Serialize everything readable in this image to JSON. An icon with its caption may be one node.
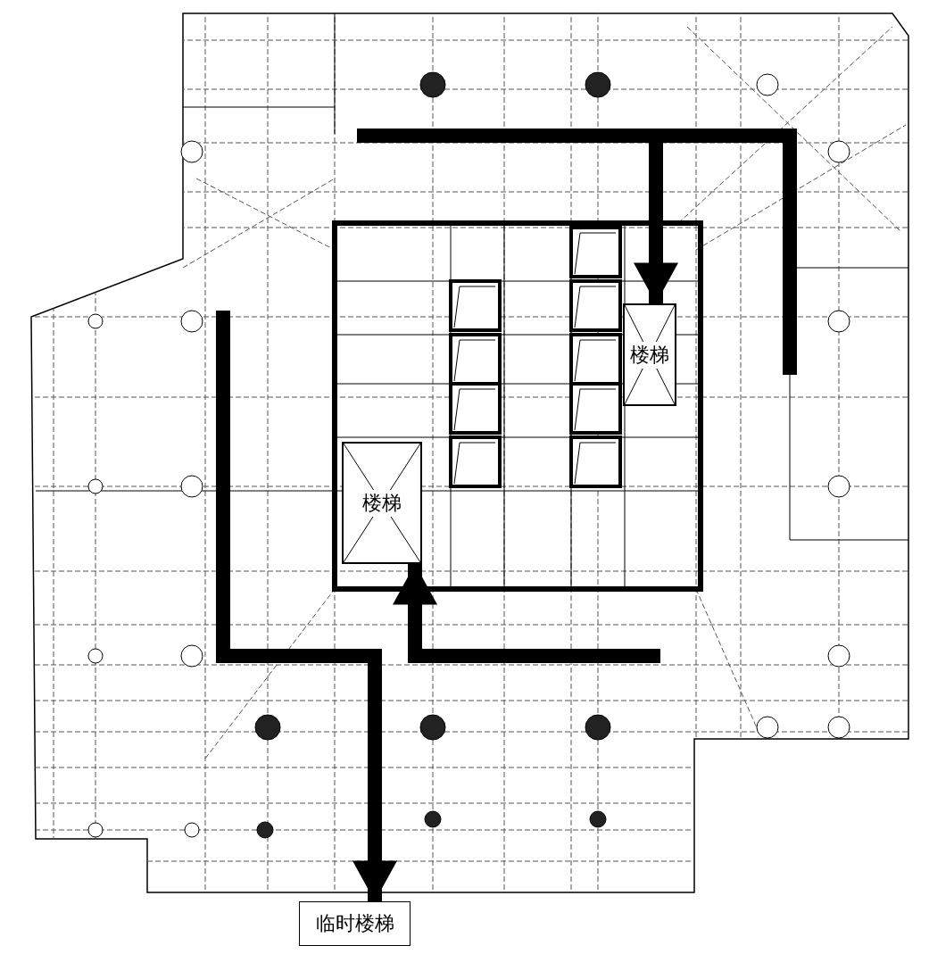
{
  "diagram": {
    "nodes": [
      {
        "text": [
          "楼梯"
        ]
      },
      {
        "text": [
          "楼梯"
        ]
      },
      {
        "text": [
          "临时楼梯"
        ]
      }
    ],
    "edges": [
      {
        "from": null,
        "to": 0,
        "arrow": "to"
      },
      {
        "from": null,
        "to": 2,
        "arrow": "to"
      },
      {
        "from": null,
        "to": 1,
        "arrow": "to"
      }
    ]
  }
}
